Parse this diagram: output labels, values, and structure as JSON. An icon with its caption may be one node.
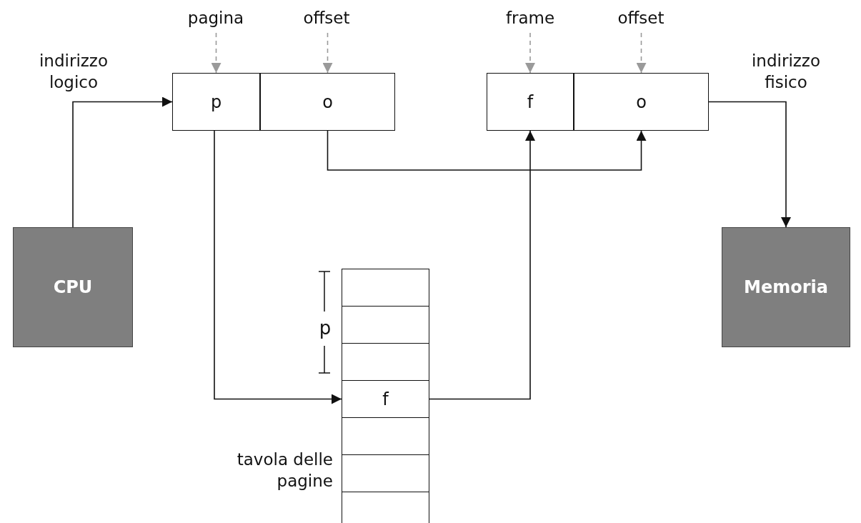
{
  "diagram": {
    "nodes": [
      {
        "text": [
          "pagina"
        ]
      },
      {
        "text": [
          "offset"
        ]
      },
      {
        "text": [
          "frame"
        ]
      },
      {
        "text": [
          "offset"
        ]
      },
      {
        "text": [
          "p"
        ]
      },
      {
        "text": [
          "o"
        ]
      },
      {
        "text": [
          "f"
        ]
      },
      {
        "text": [
          "o"
        ]
      },
      {
        "text": [
          "CPU"
        ]
      },
      {
        "text": [
          "Memoria"
        ]
      },
      {
        "text": [],
        "shape": "box"
      },
      {
        "text": [],
        "shape": "box"
      },
      {
        "text": [],
        "shape": "box"
      },
      {
        "text": [
          "f"
        ]
      },
      {
        "text": [],
        "shape": "box"
      },
      {
        "text": [],
        "shape": "box"
      },
      {
        "text": [],
        "shape": "box"
      }
    ],
    "edges": [
      {
        "from": 8,
        "to": 4,
        "arrow": "to"
      },
      {
        "from": 4,
        "to": 13,
        "arrow": "to"
      },
      {
        "from": 5,
        "to": 7,
        "arrow": "to"
      },
      {
        "from": 13,
        "to": 6,
        "arrow": "to"
      },
      {
        "from": 7,
        "to": 9,
        "arrow": "to"
      },
      {
        "from": 0,
        "to": 4,
        "arrow": "to",
        "style": "dashed",
        "color": "#9a9a9a"
      },
      {
        "from": 1,
        "to": 5,
        "arrow": "to",
        "style": "dashed",
        "color": "#9a9a9a"
      },
      {
        "from": 2,
        "to": 6,
        "arrow": "to",
        "style": "dashed",
        "color": "#9a9a9a"
      },
      {
        "from": 3,
        "to": 7,
        "arrow": "to",
        "style": "dashed",
        "color": "#9a9a9a"
      }
    ],
    "labels": [
      "indirizzo logico",
      "indirizzo fisico",
      "p",
      "tavola delle pagine"
    ]
  }
}
